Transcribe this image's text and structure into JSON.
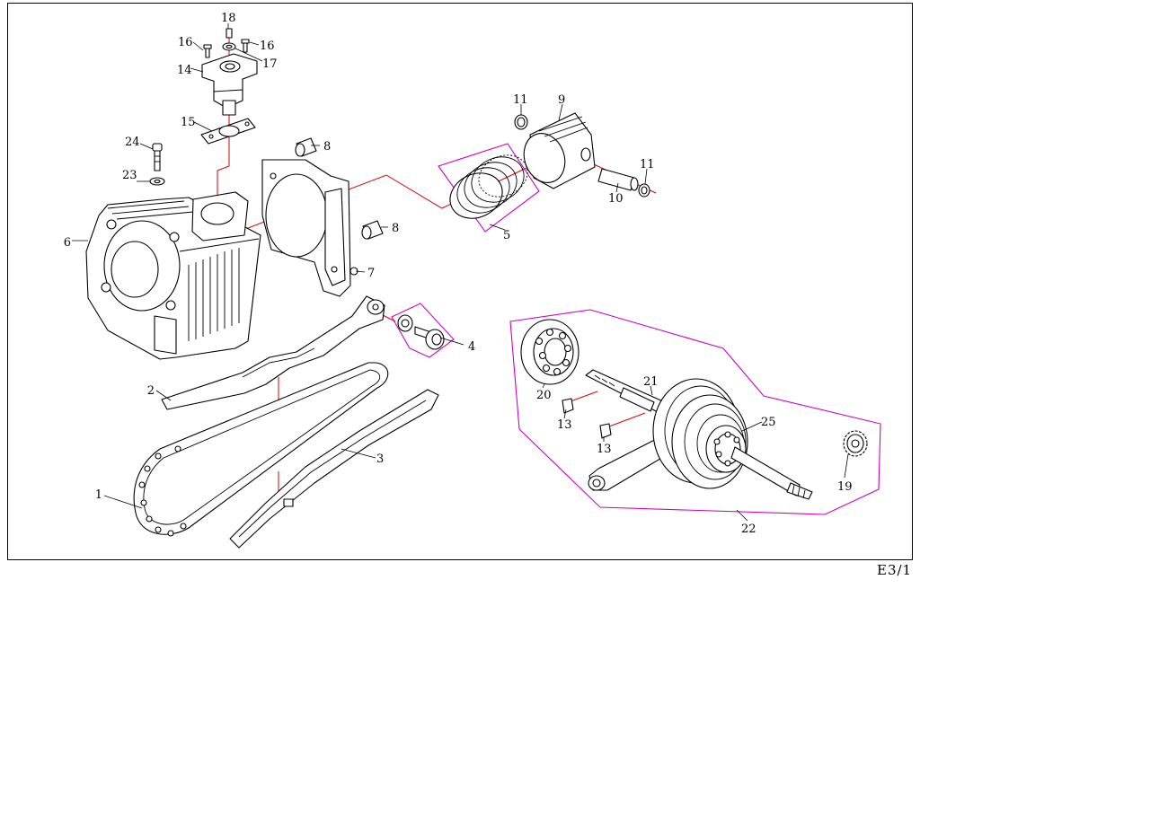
{
  "page_number": "E3/1",
  "callouts": [
    "1",
    "2",
    "3",
    "4",
    "5",
    "6",
    "7",
    "8",
    "8",
    "9",
    "10",
    "11",
    "11",
    "13",
    "13",
    "14",
    "15",
    "16",
    "16",
    "17",
    "18",
    "19",
    "20",
    "21",
    "22",
    "23",
    "24",
    "25"
  ],
  "colors": {
    "frame": "#000000",
    "guide_line": "#e00000",
    "group_outline": "#d000c8"
  }
}
